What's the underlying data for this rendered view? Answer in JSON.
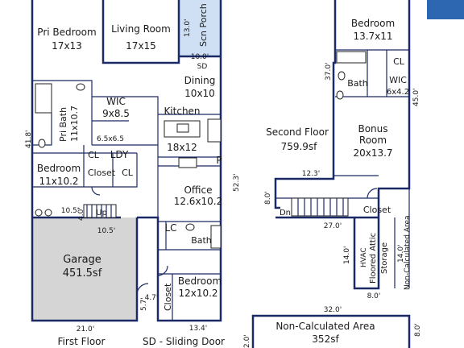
{
  "colors": {
    "wall": "#1b2a66",
    "porch_fill": "#cfe0f5",
    "garage_fill": "#d5d5d5",
    "brand_blue": "#2e67b1",
    "text": "#1a1a1a"
  },
  "first_floor": {
    "title": "First Floor",
    "legend": "SD - Sliding Door",
    "rooms": {
      "pri_bedroom": {
        "name": "Pri Bedroom",
        "size": "17x13"
      },
      "living_room": {
        "name": "Living Room",
        "size": "17x15"
      },
      "scn_porch": {
        "name": "Scn Porch",
        "dim": "13.0'"
      },
      "dining": {
        "name": "Dining",
        "size": "10x10"
      },
      "wic": {
        "name": "WIC",
        "size": "9x8.5"
      },
      "pri_bath": {
        "name": "Pri Bath",
        "size": "11x10.7"
      },
      "kitchen": {
        "name": "Kitchen",
        "size": "18x12"
      },
      "cl_a": "CL",
      "ldy": "LDY",
      "closet_a": "Closet",
      "cl_b": "CL",
      "bedroom_a": {
        "name": "Bedroom",
        "size": "11x10.2"
      },
      "pantry": "P",
      "office": {
        "name": "Office",
        "size": "12.6x10.2"
      },
      "up": "Up",
      "lc": "LC",
      "bath": "Bath",
      "garage": {
        "name": "Garage",
        "size": "451.5sf"
      },
      "bedroom_b": {
        "name": "Bedroom",
        "size": "12x10.2"
      },
      "closet_b": "Closet",
      "sd": "SD"
    },
    "dims": {
      "porch_w": "10.0'",
      "left_h": "41.8'",
      "right_h": "52.3'",
      "room_small": "6.5x6.5",
      "stair_a": "10.5'",
      "stair_b": "4.0'",
      "garage_top": "10.5'",
      "door_a": "4.7'",
      "door_b": "5.7'",
      "bottom_left": "21.0'",
      "bottom_right": "13.4'"
    }
  },
  "second_floor": {
    "title": "Second Floor",
    "area": "759.9sf",
    "rooms": {
      "bedroom": {
        "name": "Bedroom",
        "size": "13.7x11"
      },
      "cl": "CL",
      "bath": "Bath",
      "wic": {
        "name": "WIC",
        "size": "6x4.2"
      },
      "bonus": {
        "name1": "Bonus",
        "name2": "Room",
        "size": "20x13.7"
      },
      "dn": "Dn",
      "closet": "Closet",
      "hvac": {
        "l1": "HVAC",
        "l2": "Floored Attic",
        "l3": "Storage"
      },
      "noncalc_small": "Non-Calculated Area",
      "noncalc_big": {
        "name": "Non-Calculated Area",
        "area": "352sf"
      }
    },
    "dims": {
      "d37": "37.0'",
      "d45": "45.0'",
      "d12": "12.3'",
      "d8a": "8.0'",
      "d27": "27.0'",
      "d14a": "14.0'",
      "d14b": "14.0'",
      "d8b": "8.0'",
      "d32": "32.0'",
      "d2": "2.0'",
      "d8c": "8.0'"
    }
  }
}
